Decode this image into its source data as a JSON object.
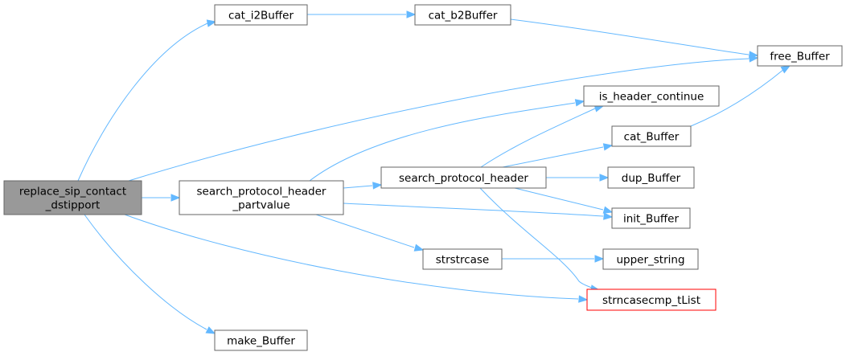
{
  "graph": {
    "root": {
      "id": "root",
      "lines": [
        "replace_sip_contact",
        "_dstipport"
      ]
    },
    "nodes": [
      {
        "id": "cat_i2",
        "lines": [
          "cat_i2Buffer"
        ]
      },
      {
        "id": "cat_b2",
        "lines": [
          "cat_b2Buffer"
        ]
      },
      {
        "id": "free",
        "lines": [
          "free_Buffer"
        ]
      },
      {
        "id": "is_hdr",
        "lines": [
          "is_header_continue"
        ]
      },
      {
        "id": "cat_buf",
        "lines": [
          "cat_Buffer"
        ]
      },
      {
        "id": "sph_pv",
        "lines": [
          "search_protocol_header",
          "_partvalue"
        ]
      },
      {
        "id": "sph",
        "lines": [
          "search_protocol_header"
        ]
      },
      {
        "id": "dup",
        "lines": [
          "dup_Buffer"
        ]
      },
      {
        "id": "init",
        "lines": [
          "init_Buffer"
        ]
      },
      {
        "id": "strstr",
        "lines": [
          "strstrcase"
        ]
      },
      {
        "id": "upper",
        "lines": [
          "upper_string"
        ]
      },
      {
        "id": "strncase",
        "lines": [
          "strncasecmp_tList"
        ]
      },
      {
        "id": "make",
        "lines": [
          "make_Buffer"
        ]
      }
    ],
    "edges": [
      [
        "root",
        "cat_i2"
      ],
      [
        "cat_i2",
        "cat_b2"
      ],
      [
        "cat_b2",
        "free"
      ],
      [
        "root",
        "free"
      ],
      [
        "root",
        "sph_pv"
      ],
      [
        "sph_pv",
        "is_hdr"
      ],
      [
        "sph_pv",
        "sph"
      ],
      [
        "sph_pv",
        "init"
      ],
      [
        "sph_pv",
        "strstr"
      ],
      [
        "sph",
        "is_hdr"
      ],
      [
        "sph",
        "cat_buf"
      ],
      [
        "cat_buf",
        "free"
      ],
      [
        "sph",
        "dup"
      ],
      [
        "sph",
        "init"
      ],
      [
        "sph",
        "strncase"
      ],
      [
        "strstr",
        "upper"
      ],
      [
        "root",
        "strncase"
      ],
      [
        "root",
        "make"
      ]
    ],
    "colors": {
      "edge": "#63b8ff",
      "root_fill": "#999999",
      "highlight_border": "#ff0000"
    }
  }
}
